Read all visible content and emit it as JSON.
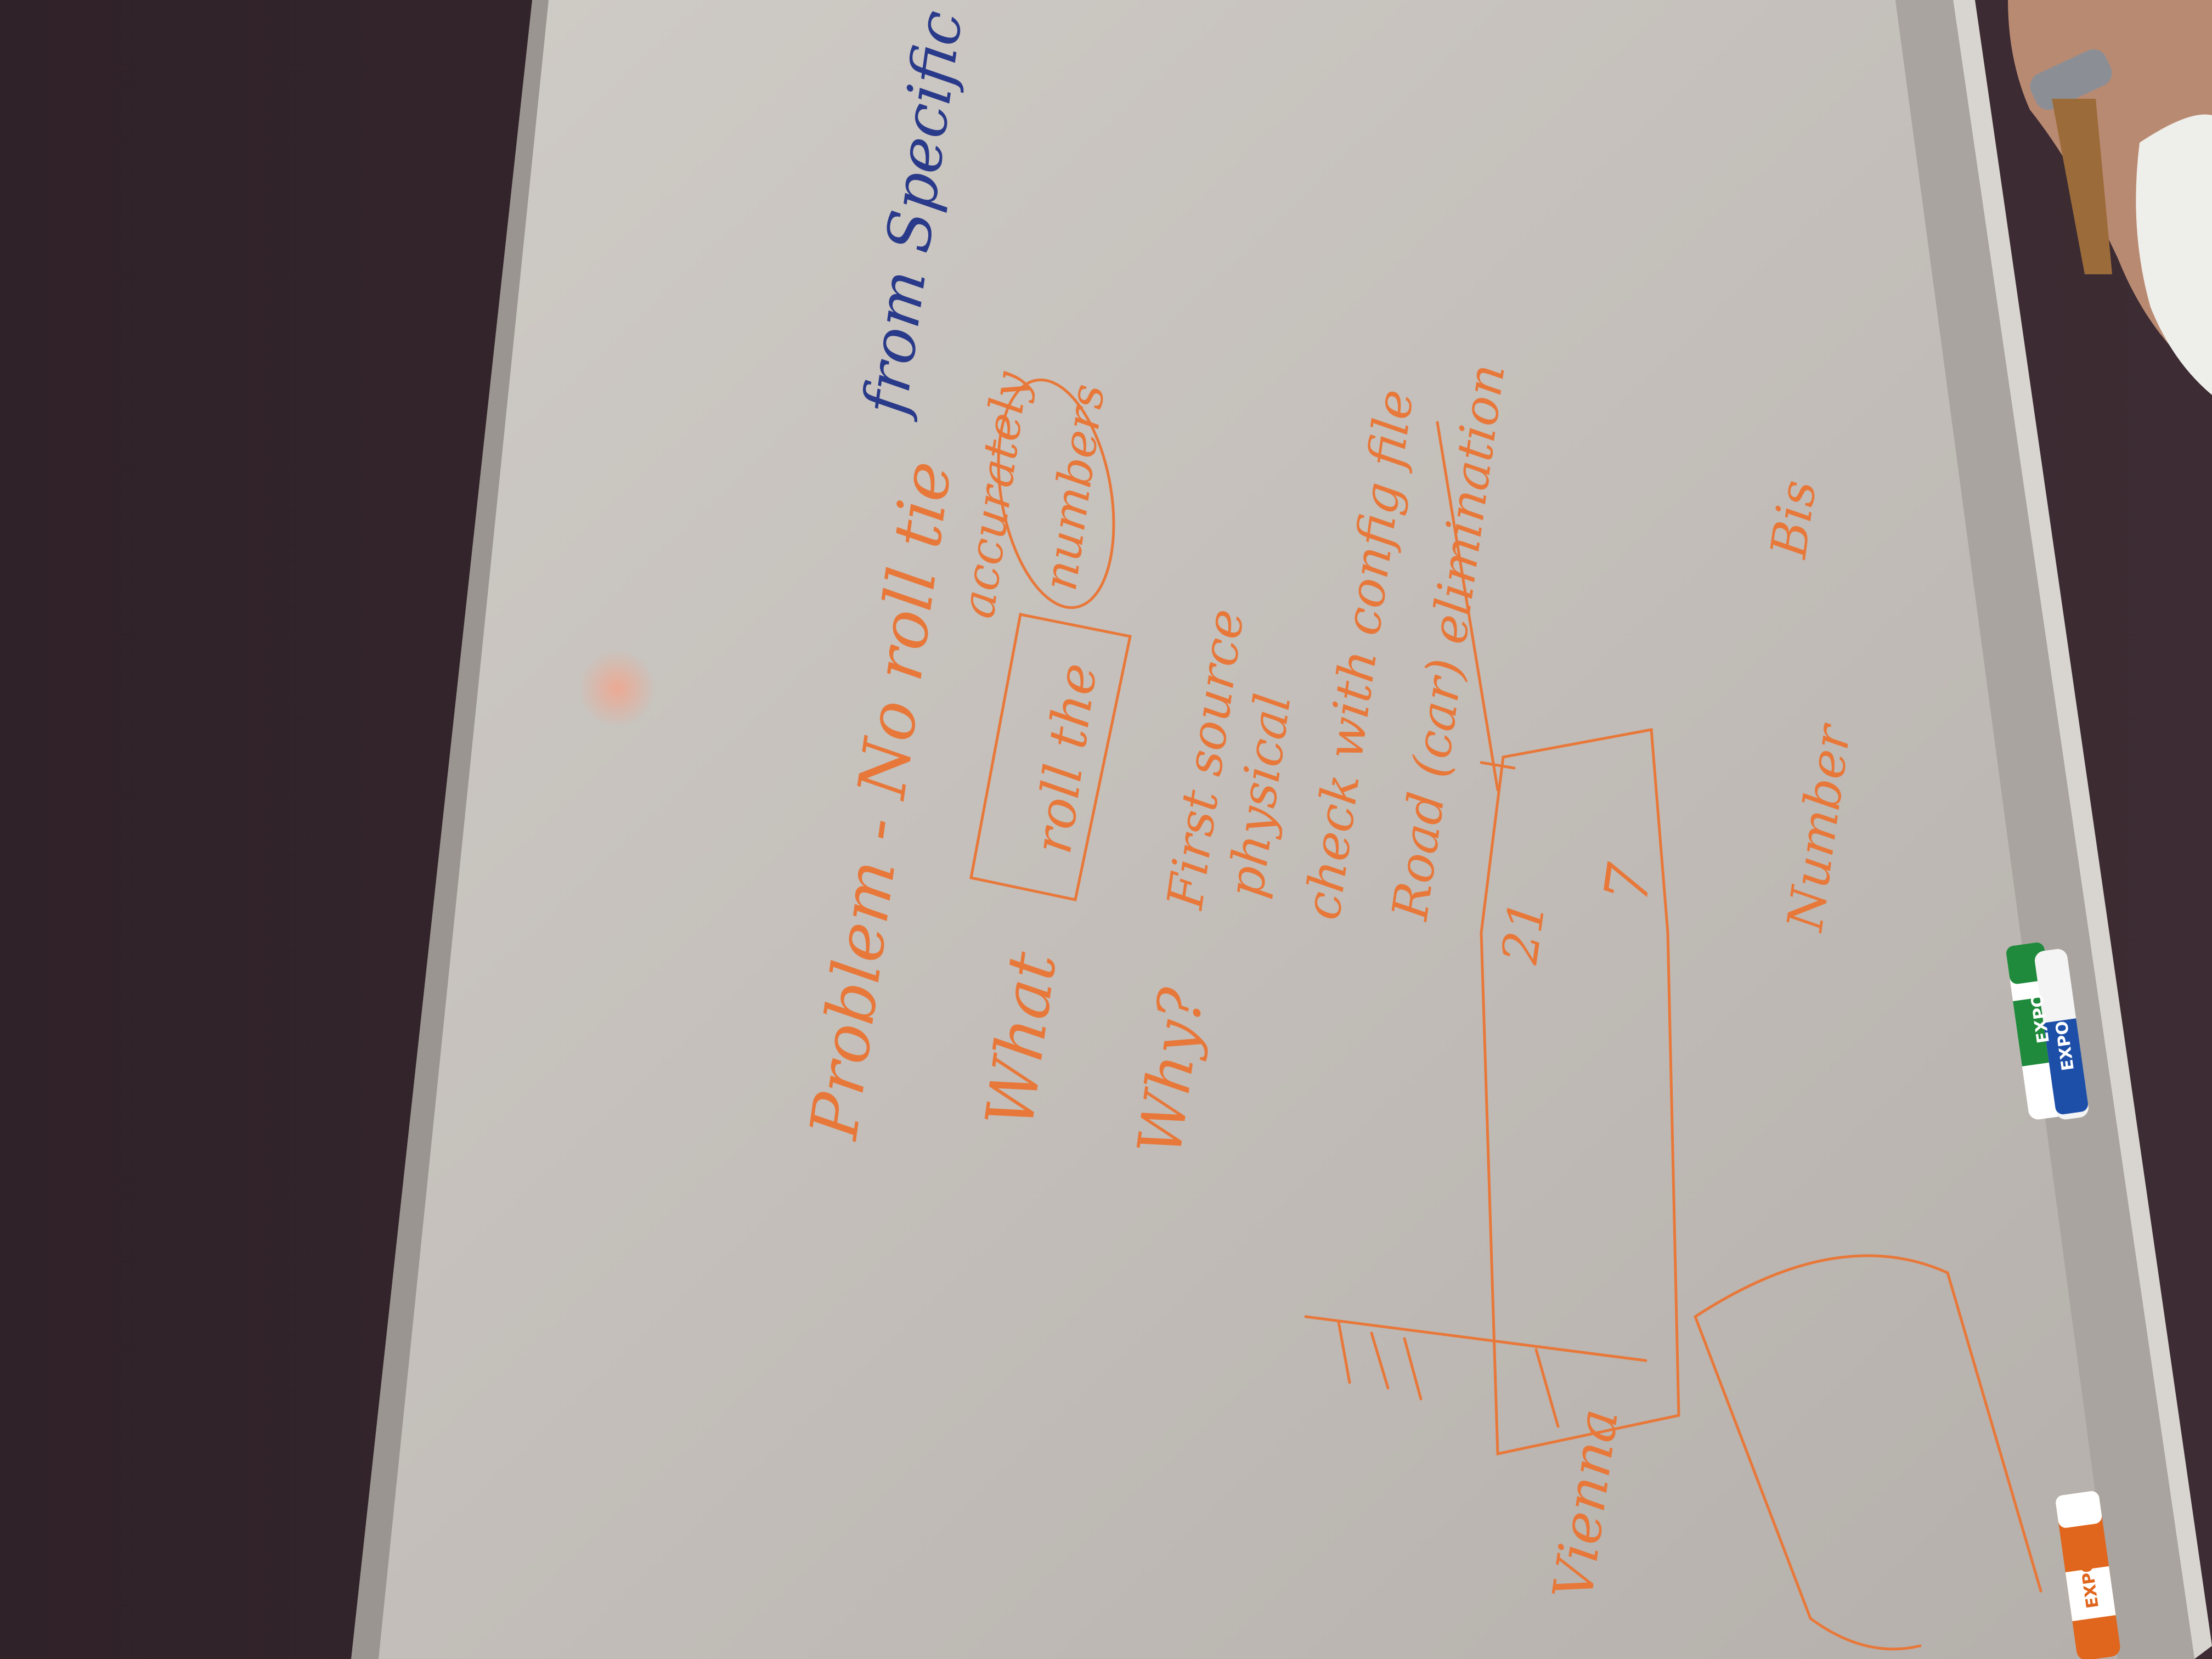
{
  "whiteboard": {
    "lines": [
      {
        "id": "problem",
        "text": "Problem - No roll tie",
        "color": "#e8783a"
      },
      {
        "id": "problem-cont",
        "text": "from Specific locations",
        "color": "#2a3a8a"
      },
      {
        "id": "what",
        "text": "What",
        "color": "#e8783a"
      },
      {
        "id": "roll-the",
        "text": "roll the",
        "color": "#e8783a"
      },
      {
        "id": "numbers",
        "text": "numbers",
        "color": "#e8783a"
      },
      {
        "id": "accurately",
        "text": "accurately",
        "color": "#e8783a"
      },
      {
        "id": "why",
        "text": "Why?",
        "color": "#e8783a"
      },
      {
        "id": "first-source",
        "text": "First source",
        "color": "#e8783a"
      },
      {
        "id": "physical",
        "text": "physical",
        "color": "#e8783a"
      },
      {
        "id": "check",
        "text": "check with config file",
        "color": "#e8783a"
      },
      {
        "id": "road",
        "text": "Road (car) elimination",
        "color": "#e8783a"
      },
      {
        "id": "num-21",
        "text": "21",
        "color": "#e8783a"
      },
      {
        "id": "seven",
        "text": "7",
        "color": "#e8783a"
      },
      {
        "id": "number",
        "text": "Number",
        "color": "#e8783a"
      },
      {
        "id": "bis",
        "text": "Bis",
        "color": "#e8783a"
      },
      {
        "id": "vienna",
        "text": "Vienna",
        "color": "#e8783a"
      }
    ]
  },
  "markers": [
    {
      "id": "green-marker",
      "label": "EXPO",
      "color": "#1f8a3c"
    },
    {
      "id": "blue-marker",
      "label": "EXPO",
      "color": "#1d4fa8"
    },
    {
      "id": "orange-marker",
      "label": "EXPO",
      "color": "#e0661e"
    }
  ]
}
